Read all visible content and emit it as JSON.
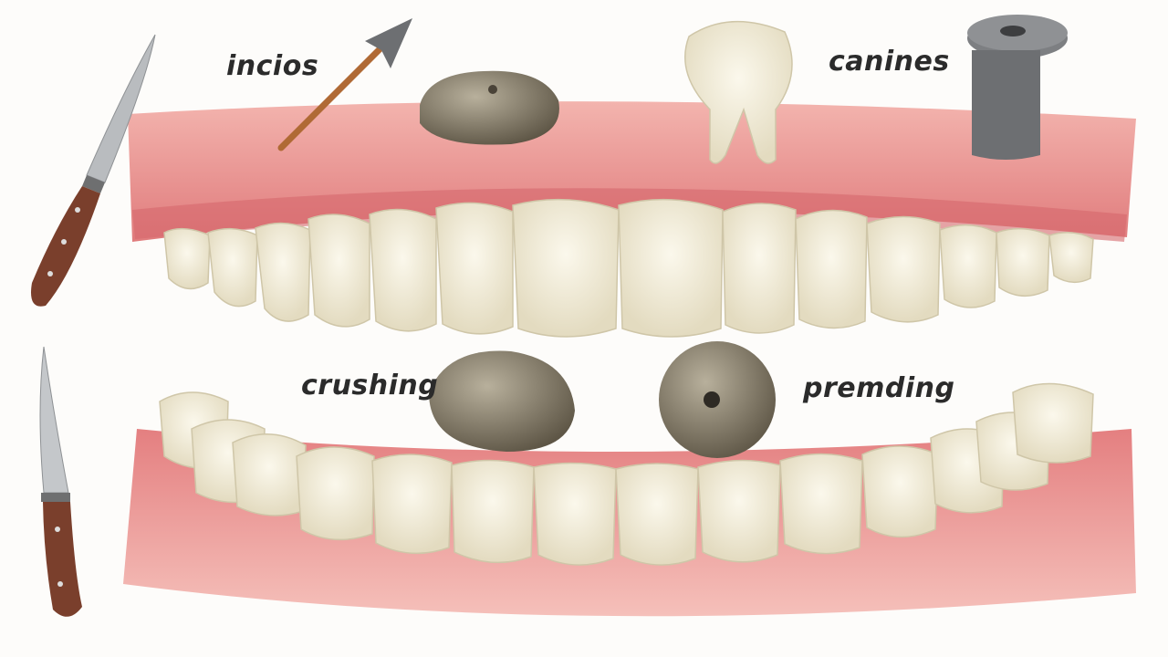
{
  "illustration": {
    "style": "watercolor dental illustration",
    "labels": [
      {
        "id": "incisors",
        "text": "incios"
      },
      {
        "id": "canines",
        "text": "canines"
      },
      {
        "id": "crushing",
        "text": "crushing"
      },
      {
        "id": "premolars",
        "text": "premding"
      }
    ],
    "colors": {
      "gum": "#e8898a",
      "gum_light": "#f4b8b4",
      "tooth": "#f4efdc",
      "tooth_shadow": "#d9d1b6",
      "stone": "#8a8170",
      "knife_blade": "#b9bcbf",
      "knife_handle": "#7a3f2c",
      "nail": "#6d6f72"
    }
  }
}
